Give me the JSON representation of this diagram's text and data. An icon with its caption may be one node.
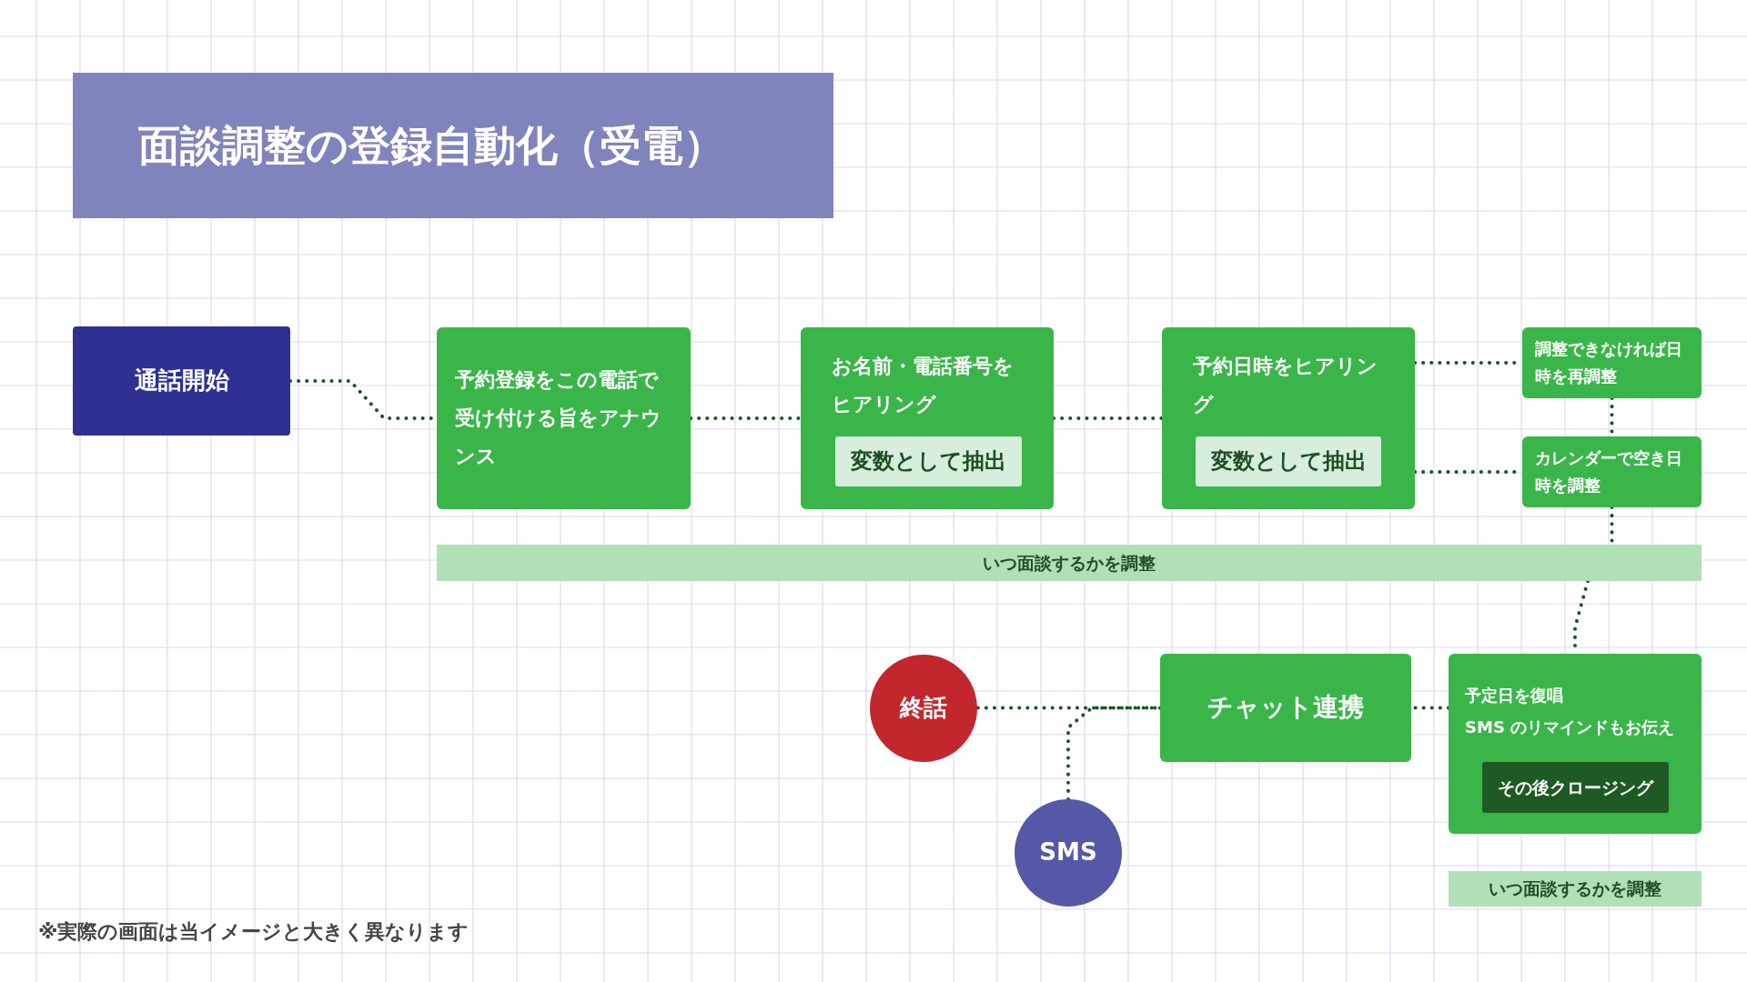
{
  "diagram": {
    "title": "面談調整の登録自動化（受電）",
    "nodes": [
      {
        "text": [
          "通話開始"
        ]
      },
      {
        "text": [
          "予約登録をこの電話で受け付ける旨をアナウンス"
        ]
      },
      {
        "text": [
          "お名前・電話番号をヒアリング"
        ]
      },
      {
        "text": [
          "変数として抽出"
        ],
        "in": 2
      },
      {
        "text": [
          "予約日時をヒアリング"
        ]
      },
      {
        "text": [
          "変数として抽出"
        ],
        "in": 4
      },
      {
        "text": [
          "調整できなければ日時を再調整"
        ]
      },
      {
        "text": [
          "カレンダーで空き日時を調整"
        ]
      },
      {
        "text": [
          "いつ面談するかを調整"
        ]
      },
      {
        "text": [
          "終話"
        ]
      },
      {
        "text": [
          "SMS"
        ]
      },
      {
        "text": [
          "チャット連携"
        ]
      },
      {
        "text": [
          "予定日を復唱",
          "SMS のリマインドもお伝え"
        ]
      },
      {
        "text": [
          "その後クロージング"
        ],
        "in": 12
      },
      {
        "text": [
          "いつ面談するかを調整"
        ]
      }
    ],
    "edges": [
      {
        "from": 0,
        "to": 1,
        "arrow": "none"
      },
      {
        "from": 1,
        "to": 2,
        "arrow": "none"
      },
      {
        "from": 2,
        "to": 4,
        "arrow": "none"
      },
      {
        "from": 4,
        "to": 6,
        "arrow": "none"
      },
      {
        "from": 4,
        "to": 7,
        "arrow": "none"
      },
      {
        "from": 6,
        "to": 7,
        "arrow": "none"
      },
      {
        "from": 7,
        "to": 8,
        "arrow": "none"
      },
      {
        "from": 8,
        "to": 12,
        "arrow": "none"
      },
      {
        "from": 12,
        "to": 11,
        "arrow": "none"
      },
      {
        "from": 11,
        "to": 9,
        "arrow": "none"
      },
      {
        "from": 10,
        "to": 11,
        "arrow": "none"
      }
    ],
    "labels": [
      "※実際の画面は当イメージと大きく異なります"
    ]
  }
}
